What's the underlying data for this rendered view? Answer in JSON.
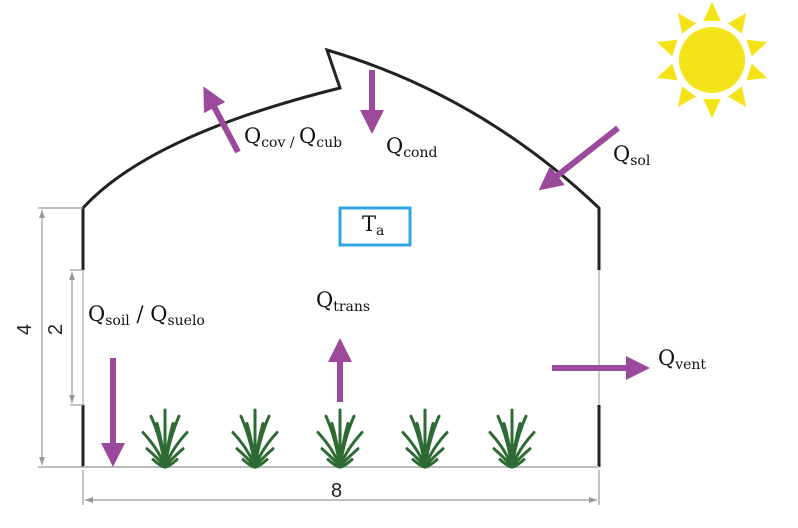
{
  "colors": {
    "arrow": "#9b4a9b",
    "sun": "#f5e31a",
    "box": "#2fa6e0",
    "structure": "#222222",
    "dimension": "#999999",
    "plant": "#2e6b34"
  },
  "labels": {
    "cov": {
      "q": "Q",
      "sub1": "cov",
      "sep": " / ",
      "q2": "Q",
      "sub2": "cub"
    },
    "cond": {
      "q": "Q",
      "sub": "cond"
    },
    "sol": {
      "q": "Q",
      "sub": "sol"
    },
    "ta": {
      "t": "T",
      "sub": "a"
    },
    "trans": {
      "q": "Q",
      "sub": "trans"
    },
    "soil": {
      "q": "Q",
      "sub1": "soil",
      "sep": " / ",
      "q2": "Q",
      "sub2": "suelo"
    },
    "vent": {
      "q": "Q",
      "sub": "vent"
    }
  },
  "dimensions": {
    "width": "8",
    "height": "4",
    "opening": "2"
  }
}
